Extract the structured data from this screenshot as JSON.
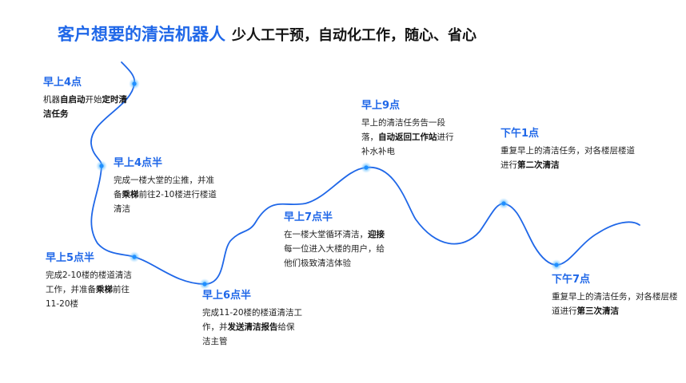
{
  "title": {
    "main": "客户想要的清洁机器人",
    "sub": "少人工干预，自动化工作，随心、省心"
  },
  "colors": {
    "accent": "#1f67e8",
    "text": "#222222"
  },
  "nodes": [
    {
      "time": "早上4点",
      "parts": [
        {
          "t": "机器"
        },
        {
          "t": "自启动",
          "b": true
        },
        {
          "t": "开始"
        },
        {
          "t": "定时清洁任务",
          "b": true
        }
      ]
    },
    {
      "time": "早上4点半",
      "parts": [
        {
          "t": "完成一楼大堂的尘推，并准备"
        },
        {
          "t": "乘梯",
          "b": true
        },
        {
          "t": "前往2-10楼进行楼道清洁"
        }
      ]
    },
    {
      "time": "早上5点半",
      "parts": [
        {
          "t": "完成2-10楼的楼道清洁工作，并准备"
        },
        {
          "t": "乘梯",
          "b": true
        },
        {
          "t": "前往11-20楼"
        }
      ]
    },
    {
      "time": "早上6点半",
      "parts": [
        {
          "t": "完成11-20楼的楼道清洁工作，并"
        },
        {
          "t": "发送清洁报告",
          "b": true
        },
        {
          "t": "给保洁主管"
        }
      ]
    },
    {
      "time": "早上7点半",
      "parts": [
        {
          "t": "在一楼大堂循环清洁，"
        },
        {
          "t": "迎接",
          "b": true
        },
        {
          "t": "每一位进入大楼的用户，给他们极致清洁体验"
        }
      ]
    },
    {
      "time": "早上9点",
      "parts": [
        {
          "t": "早上的清洁任务告一段落，"
        },
        {
          "t": "自动返回工作站",
          "b": true
        },
        {
          "t": "进行补水补电"
        }
      ]
    },
    {
      "time": "下午1点",
      "parts": [
        {
          "t": "重复早上的清洁任务，对各楼层楼道进行"
        },
        {
          "t": "第二次清洁",
          "b": true
        }
      ]
    },
    {
      "time": "下午7点",
      "parts": [
        {
          "t": "重复早上的清洁任务，对各楼层楼道进行"
        },
        {
          "t": "第三次清洁",
          "b": true
        }
      ]
    }
  ]
}
